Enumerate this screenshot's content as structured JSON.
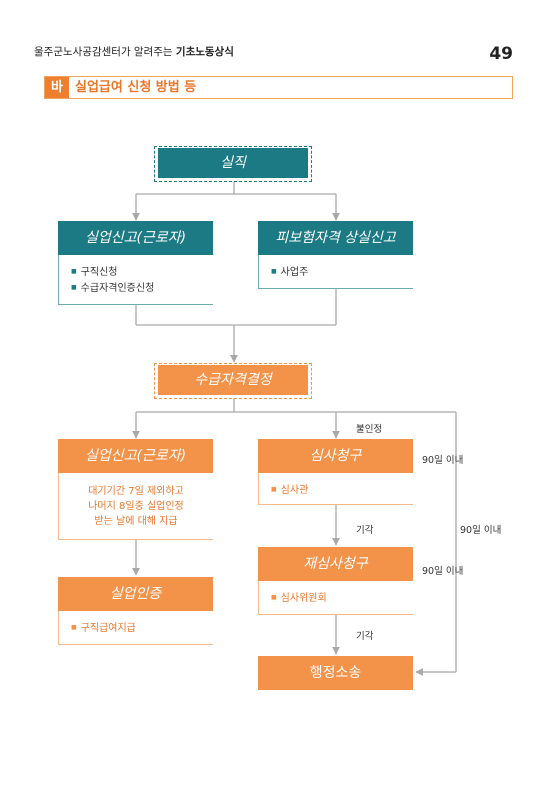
{
  "header": {
    "subtitle": "울주군노사공감센터가 알려주는",
    "title": "기초노동상식",
    "page_number": "49"
  },
  "section": {
    "tag": "바",
    "title": "실업급여 신청 방법 등"
  },
  "nodes": {
    "loss": {
      "title": "실직"
    },
    "report_worker_top": {
      "title": "실업신고(근로자)",
      "items": [
        "구직신청",
        "수급자격인증신청"
      ]
    },
    "report_insurance": {
      "title": "피보험자격 상실신고",
      "items": [
        "사업주"
      ]
    },
    "decision": {
      "title": "수급자격결정"
    },
    "report_worker_bottom": {
      "title": "실업신고(근로자)",
      "lines": [
        "대기기간 7일 제외하고",
        "나머지 8일중 실업인정",
        "받는 날에 대해 지급"
      ]
    },
    "certify": {
      "title": "실업인증",
      "items": [
        "구직급여지급"
      ]
    },
    "review": {
      "title": "심사청구",
      "items": [
        "심사관"
      ]
    },
    "rereview": {
      "title": "재심사청구",
      "items": [
        "심사위원회"
      ]
    },
    "lawsuit": {
      "title": "행정소송"
    }
  },
  "notes": {
    "rejected": "불인정",
    "dismissed1": "기각",
    "dismissed2": "기각",
    "within90_a": "90일 이내",
    "within90_b": "90일 이내",
    "within90_c": "90일 이내"
  }
}
